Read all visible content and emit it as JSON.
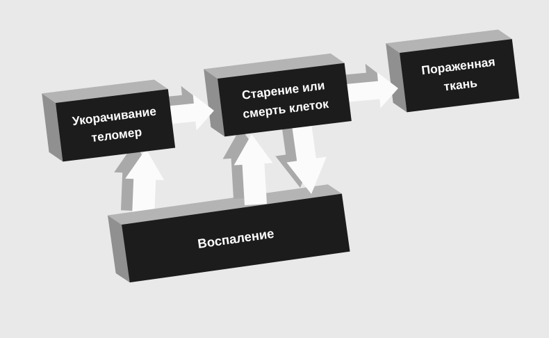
{
  "diagram": {
    "type": "flow-diagram",
    "background_color": "#e9e9e9",
    "box_front_color": "#1c1c1c",
    "box_top_color": "#b4b4b4",
    "box_side_color": "#909090",
    "arrow_color": "#fbfbfb",
    "arrow_shadow_color": "#a9a9a9",
    "label_color": "#ffffff",
    "nodes": {
      "telomere": {
        "line1": "Укорачивание",
        "line2": "теломер"
      },
      "senescence": {
        "line1": "Старение или",
        "line2": "смерть клеток"
      },
      "tissue": {
        "line1": "Пораженная",
        "line2": "ткань"
      },
      "inflammation": {
        "label": "Воспаление"
      }
    },
    "edges": [
      {
        "from": "Укорачивание теломер",
        "to": "Старение или смерть клеток",
        "direction": "right"
      },
      {
        "from": "Старение или смерть клеток",
        "to": "Пораженная ткань",
        "direction": "right"
      },
      {
        "from": "Воспаление",
        "to": "Укорачивание теломер",
        "direction": "up"
      },
      {
        "from": "Воспаление",
        "to": "Старение или смерть клеток",
        "direction": "up"
      },
      {
        "from": "Старение или смерть клеток",
        "to": "Воспаление",
        "direction": "down"
      }
    ]
  }
}
